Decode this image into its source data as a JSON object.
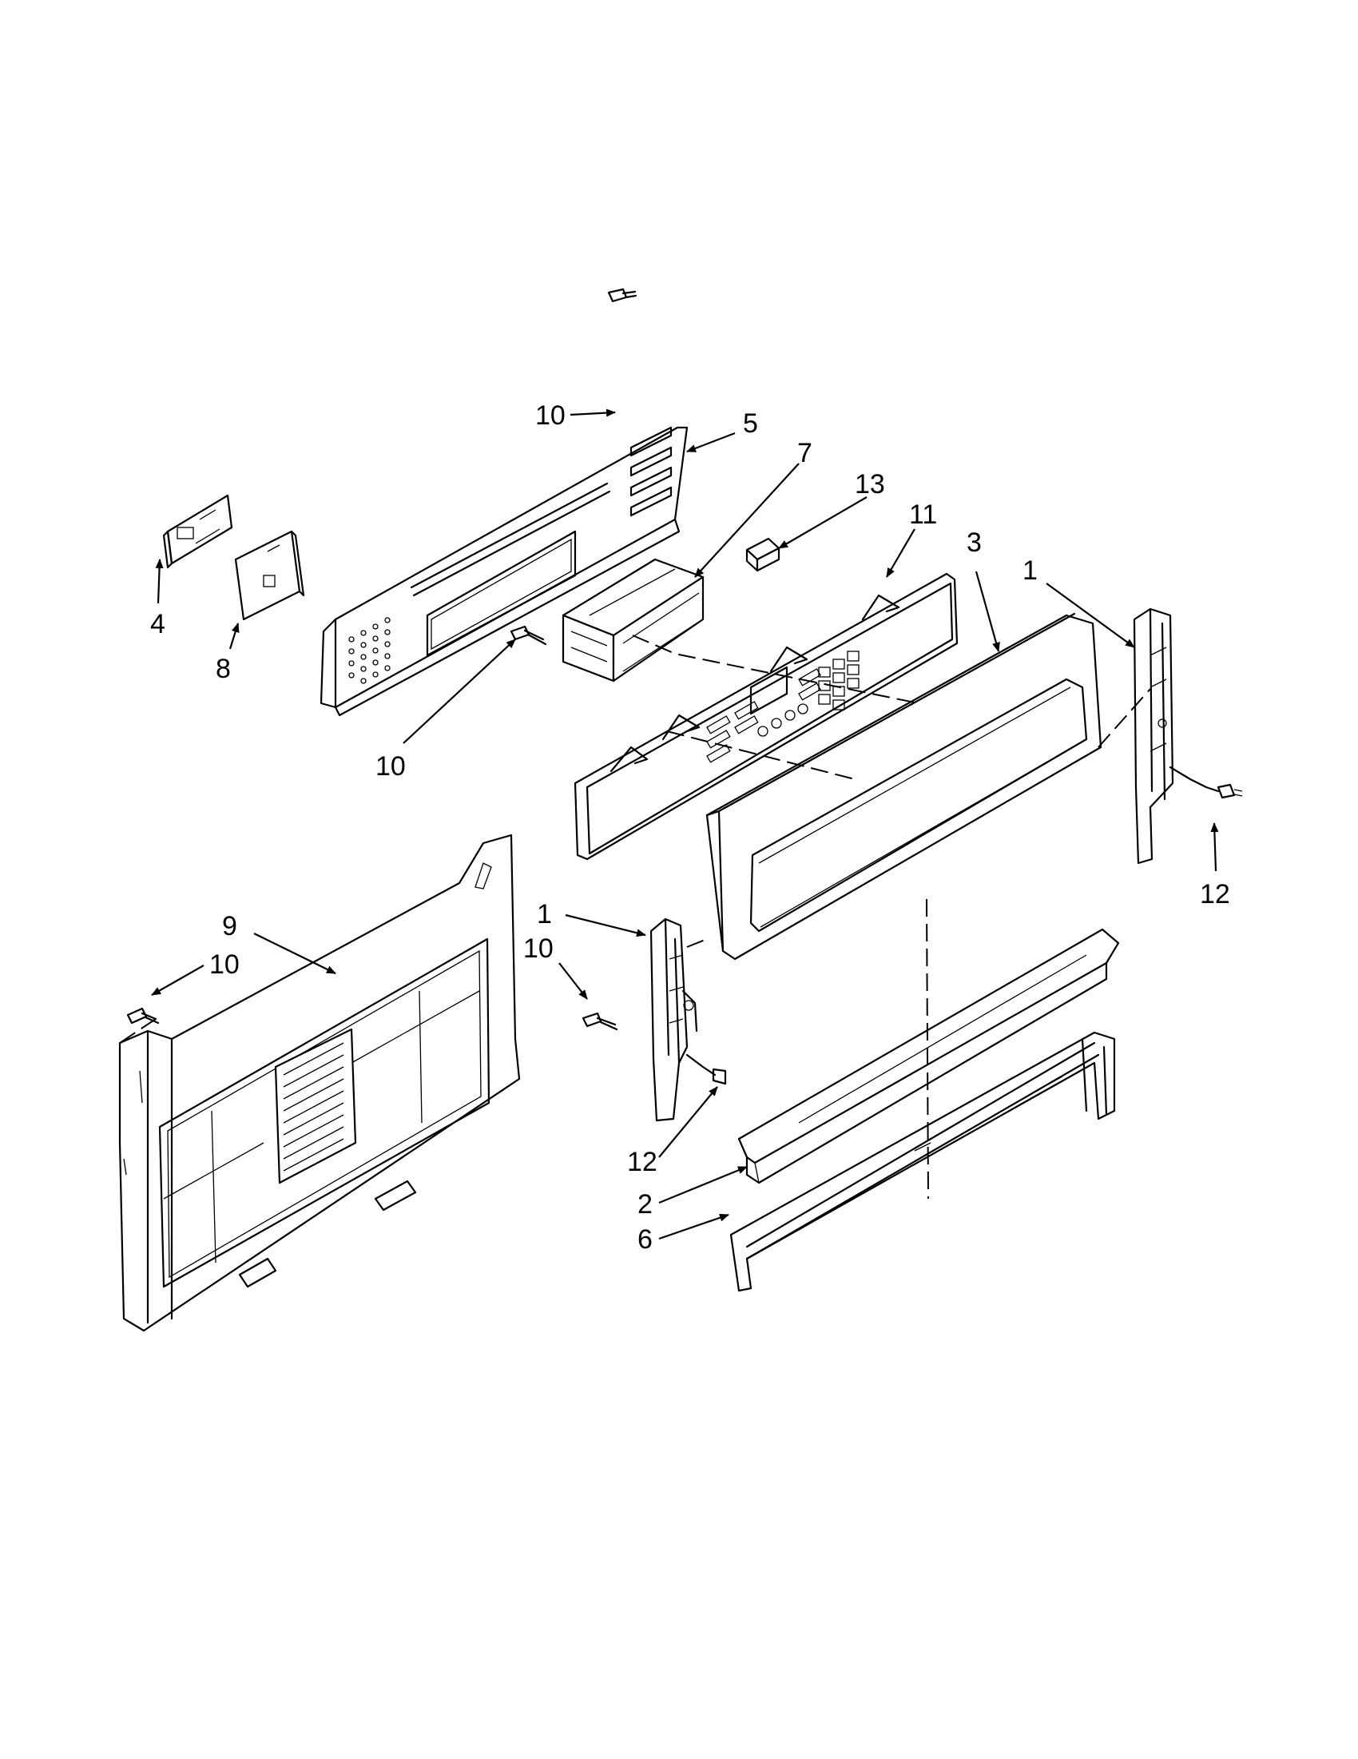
{
  "diagram": {
    "callouts": [
      {
        "id": "c10a",
        "label": "10"
      },
      {
        "id": "c5",
        "label": "5"
      },
      {
        "id": "c7",
        "label": "7"
      },
      {
        "id": "c13",
        "label": "13"
      },
      {
        "id": "c11",
        "label": "11"
      },
      {
        "id": "c3",
        "label": "3"
      },
      {
        "id": "c1a",
        "label": "1"
      },
      {
        "id": "c4",
        "label": "4"
      },
      {
        "id": "c8",
        "label": "8"
      },
      {
        "id": "c10b",
        "label": "10"
      },
      {
        "id": "c12a",
        "label": "12"
      },
      {
        "id": "c9",
        "label": "9"
      },
      {
        "id": "c10c",
        "label": "10"
      },
      {
        "id": "c1b",
        "label": "1"
      },
      {
        "id": "c10d",
        "label": "10"
      },
      {
        "id": "c12b",
        "label": "12"
      },
      {
        "id": "c2",
        "label": "2"
      },
      {
        "id": "c6",
        "label": "6"
      }
    ]
  }
}
